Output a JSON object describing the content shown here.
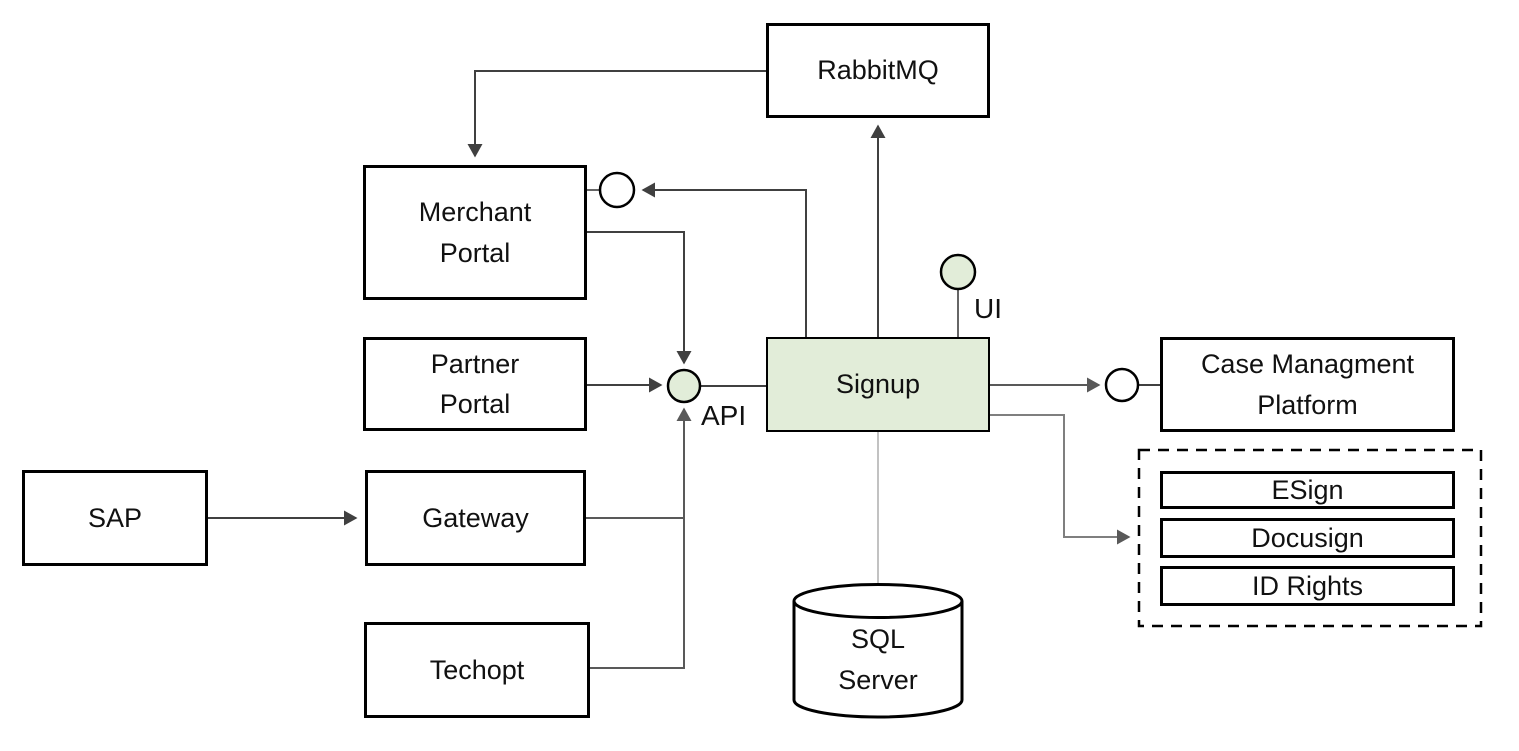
{
  "nodes": {
    "rabbitmq": {
      "label": "RabbitMQ"
    },
    "merchant_portal": {
      "label": "Merchant Portal"
    },
    "partner_portal": {
      "label": "Partner Portal"
    },
    "sap": {
      "label": "SAP"
    },
    "gateway": {
      "label": "Gateway"
    },
    "techopt": {
      "label": "Techopt"
    },
    "signup": {
      "label": "Signup"
    },
    "sql_server": {
      "label": "SQL Server"
    },
    "case_management_platform": {
      "label": "Case Managment Platform"
    },
    "esign": {
      "label": "ESign"
    },
    "docusign": {
      "label": "Docusign"
    },
    "id_rights": {
      "label": "ID Rights"
    }
  },
  "interface_labels": {
    "api": "API",
    "ui": "UI"
  },
  "colors": {
    "background": "#ffffff",
    "accent_fill": "#e2edd9",
    "border": "#000000",
    "line_dark": "#404040",
    "line_gray": "#7f7f7f",
    "line_light": "#b3b3b3"
  }
}
